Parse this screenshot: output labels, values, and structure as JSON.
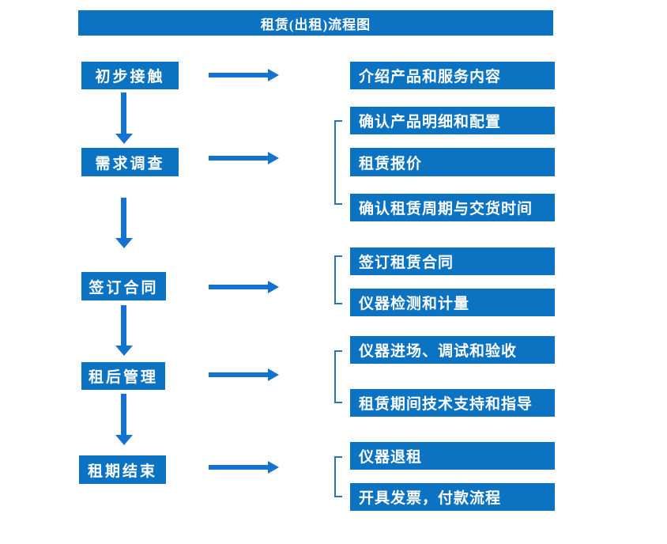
{
  "title": "租赁(出租)流程图",
  "colors": {
    "box_blue": "#0C72C2",
    "arrow_blue": "#1473CE",
    "bracket_blue": "#2E74B5",
    "text": "#FFFFFF",
    "background": "#FFFFFF"
  },
  "steps": [
    {
      "label": "初步接触",
      "details": [
        "介绍产品和服务内容"
      ]
    },
    {
      "label": "需求调查",
      "details": [
        "确认产品明细和配置",
        "租赁报价",
        "确认租赁周期与交货时间"
      ]
    },
    {
      "label": "签订合同",
      "details": [
        "签订租赁合同",
        "仪器检测和计量"
      ]
    },
    {
      "label": "租后管理",
      "details": [
        "仪器进场、调试和验收",
        "租赁期间技术支持和指导"
      ]
    },
    {
      "label": "租期结束",
      "details": [
        "仪器退租",
        "开具发票，付款流程"
      ]
    }
  ]
}
